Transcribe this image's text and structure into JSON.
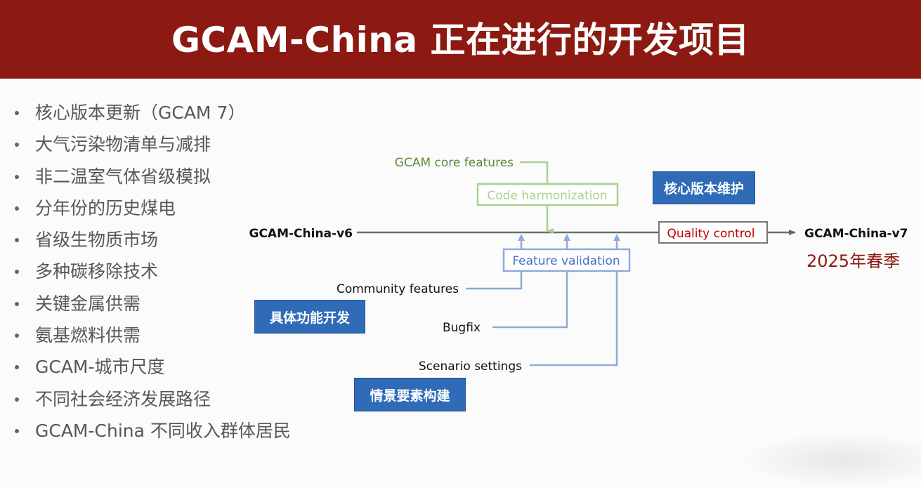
{
  "header": {
    "title": "GCAM-China 正在进行的开发项目"
  },
  "bullets": [
    "核心版本更新（GCAM 7）",
    "大气污染物清单与减排",
    "非二温室气体省级模拟",
    "分年份的历史煤电",
    "省级生物质市场",
    "多种碳移除技术",
    "关键金属供需",
    "氨基燃料供需",
    "GCAM-城市尺度",
    "不同社会经济发展路径",
    "GCAM-China 不同收入群体居民"
  ],
  "diagram": {
    "start_version": "GCAM-China-v6",
    "end_version": "GCAM-China-v7",
    "release_date": "2025年春季",
    "core_features_label": "GCAM core features",
    "code_harmonization_label": "Code harmonization",
    "quality_control_label": "Quality control",
    "feature_validation_label": "Feature validation",
    "inputs": {
      "community": "Community features",
      "bugfix": "Bugfix",
      "scenario": "Scenario settings"
    },
    "tags": {
      "core_maintenance": "核心版本维护",
      "feature_dev": "具体功能开发",
      "scenario_build": "情景要素构建"
    },
    "colors": {
      "header": "#8c1a12",
      "green_text": "#5a8a3a",
      "green_line": "#a9d18e",
      "blue_line": "#8faadc",
      "blue_text": "#4472c4",
      "red_text": "#c00000",
      "date_text": "#8c1a12",
      "tag_fill": "#2f6bb7"
    }
  }
}
